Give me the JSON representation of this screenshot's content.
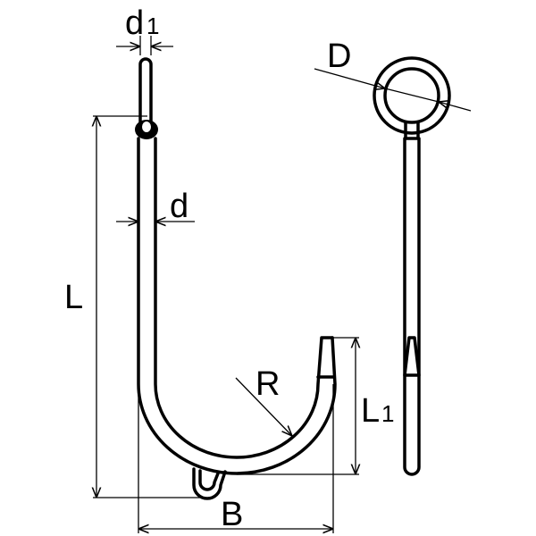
{
  "title": "Hook dimension drawing",
  "labels": {
    "d1": "d",
    "d1_sub": "1",
    "d": "d",
    "L": "L",
    "R": "R",
    "L1": "L",
    "L1_sub": "1",
    "B": "B",
    "D": "D"
  },
  "colors": {
    "line": "#000000",
    "background": "#ffffff"
  }
}
